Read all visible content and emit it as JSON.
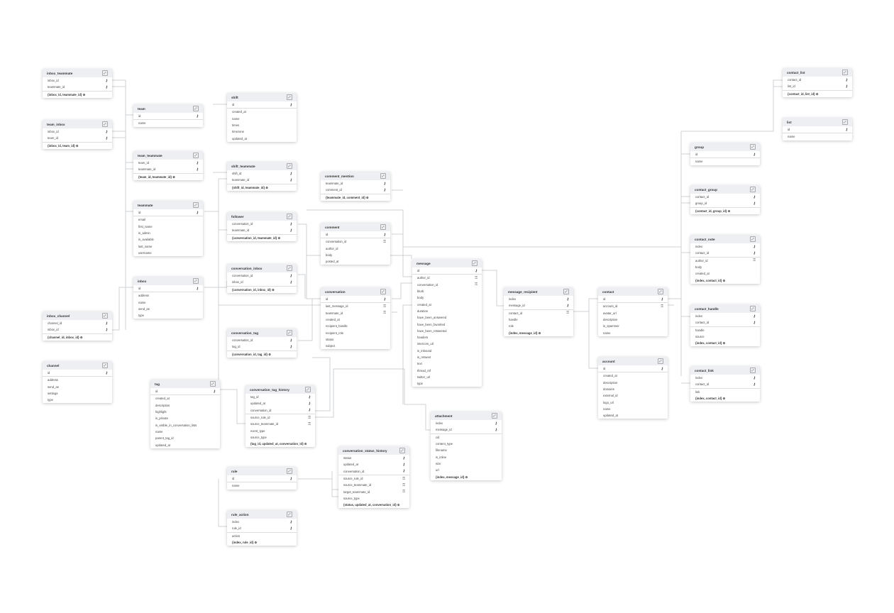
{
  "tables": [
    {
      "name": "inbox_teammate",
      "pk": [
        [
          "inbox_id",
          "key"
        ],
        [
          "teammate_id",
          "key"
        ]
      ],
      "cols": [],
      "index": "{inbox_id, teammate_id}"
    },
    {
      "name": "team_inbox",
      "pk": [
        [
          "inbox_id",
          "key"
        ],
        [
          "team_id",
          "key"
        ]
      ],
      "cols": [],
      "index": "{inbox_id, team_id}"
    },
    {
      "name": "inbox_channel",
      "pk": [
        [
          "channel_id",
          "key"
        ],
        [
          "inbox_id",
          "key"
        ]
      ],
      "cols": [],
      "index": "{channel_id, inbox_id}"
    },
    {
      "name": "channel",
      "pk": [
        [
          "id",
          "key"
        ]
      ],
      "cols": [
        [
          "address"
        ],
        [
          "send_as"
        ],
        [
          "settings"
        ],
        [
          "type"
        ]
      ]
    },
    {
      "name": "team",
      "pk": [
        [
          "id",
          "key"
        ]
      ],
      "cols": [
        [
          "name"
        ]
      ]
    },
    {
      "name": "team_teammate",
      "pk": [
        [
          "team_id",
          "key"
        ],
        [
          "teammate_id",
          "key"
        ]
      ],
      "cols": [],
      "index": "{team_id, teammate_id}"
    },
    {
      "name": "teammate",
      "pk": [
        [
          "id",
          "key"
        ]
      ],
      "cols": [
        [
          "email"
        ],
        [
          "first_name"
        ],
        [
          "is_admin"
        ],
        [
          "is_available"
        ],
        [
          "last_name"
        ],
        [
          "username"
        ]
      ]
    },
    {
      "name": "inbox",
      "pk": [
        [
          "id",
          "key"
        ]
      ],
      "cols": [
        [
          "address"
        ],
        [
          "name"
        ],
        [
          "send_as"
        ],
        [
          "type"
        ]
      ]
    },
    {
      "name": "tag",
      "pk": [
        [
          "id",
          "key"
        ]
      ],
      "cols": [
        [
          "created_at"
        ],
        [
          "description"
        ],
        [
          "highlight"
        ],
        [
          "is_private"
        ],
        [
          "is_visible_in_conversation_lists"
        ],
        [
          "name"
        ],
        [
          "parent_tag_id"
        ],
        [
          "updated_at"
        ]
      ]
    },
    {
      "name": "shift",
      "pk": [
        [
          "id",
          "key"
        ]
      ],
      "cols": [
        [
          "created_at"
        ],
        [
          "name"
        ],
        [
          "times"
        ],
        [
          "timezone"
        ],
        [
          "updated_at"
        ]
      ]
    },
    {
      "name": "shift_teammate",
      "pk": [
        [
          "shift_id",
          "key"
        ],
        [
          "teammate_id",
          "key"
        ]
      ],
      "cols": [],
      "index": "{shift_id, teammate_id}"
    },
    {
      "name": "follower",
      "pk": [
        [
          "conversation_id",
          "key"
        ],
        [
          "teammate_id",
          "key"
        ]
      ],
      "cols": [],
      "index": "{conversation_id, teammate_id}"
    },
    {
      "name": "conversation_inbox",
      "pk": [
        [
          "conversation_id",
          "key"
        ],
        [
          "inbox_id",
          "key"
        ]
      ],
      "cols": [],
      "index": "{conversation_id, inbox_id}"
    },
    {
      "name": "conversation_tag",
      "pk": [
        [
          "conversation_id",
          "key"
        ],
        [
          "tag_id",
          "key"
        ]
      ],
      "cols": [],
      "index": "{conversation_id, tag_id}"
    },
    {
      "name": "conversation_tag_history",
      "pk": [
        [
          "tag_id",
          "key"
        ],
        [
          "updated_at",
          "key"
        ],
        [
          "conversation_id",
          "key"
        ]
      ],
      "cols": [
        [
          "source_rule_id",
          "fk"
        ],
        [
          "source_teammate_id",
          "fk"
        ],
        [
          "event_type"
        ],
        [
          "source_type"
        ]
      ],
      "index": "{tag_id, updated_at, conversation_id}"
    },
    {
      "name": "rule",
      "pk": [
        [
          "id",
          "key"
        ]
      ],
      "cols": [
        [
          "name"
        ]
      ]
    },
    {
      "name": "rule_action",
      "pk": [
        [
          "index",
          "key"
        ],
        [
          "rule_id",
          "key"
        ]
      ],
      "cols": [
        [
          "action"
        ]
      ],
      "index": "{index, rule_id}"
    },
    {
      "name": "comment_mention",
      "pk": [
        [
          "teammate_id",
          "key"
        ],
        [
          "comment_id",
          "key"
        ]
      ],
      "cols": [],
      "index": "{teammate_id, comment_id}"
    },
    {
      "name": "comment",
      "pk": [
        [
          "id",
          "key"
        ]
      ],
      "cols": [
        [
          "conversation_id",
          "fk"
        ],
        [
          "author_id"
        ],
        [
          "body"
        ],
        [
          "posted_at"
        ]
      ]
    },
    {
      "name": "conversation",
      "pk": [
        [
          "id",
          "key"
        ]
      ],
      "cols": [
        [
          "last_message_id",
          "fk"
        ],
        [
          "teammate_id",
          "fk"
        ],
        [
          "created_at"
        ],
        [
          "recipient_handle"
        ],
        [
          "recipient_role"
        ],
        [
          "status"
        ],
        [
          "subject"
        ]
      ]
    },
    {
      "name": "conversation_status_history",
      "pk": [
        [
          "status",
          "key"
        ],
        [
          "updated_at",
          "key"
        ],
        [
          "conversation_id",
          "key"
        ]
      ],
      "cols": [
        [
          "source_rule_id",
          "fk"
        ],
        [
          "source_teammate_id",
          "fk"
        ],
        [
          "target_teammate_id",
          "fk"
        ],
        [
          "source_type"
        ]
      ],
      "index": "{status, updated_at, conversation_id}"
    },
    {
      "name": "message",
      "pk": [
        [
          "id",
          "key"
        ]
      ],
      "cols": [
        [
          "author_id",
          "fk"
        ],
        [
          "conversation_id",
          "fk"
        ],
        [
          "blurb"
        ],
        [
          "body"
        ],
        [
          "created_at"
        ],
        [
          "duration"
        ],
        [
          "have_been_answered"
        ],
        [
          "have_been_favorited"
        ],
        [
          "have_been_retweeted"
        ],
        [
          "headers"
        ],
        [
          "intercom_url"
        ],
        [
          "is_inbound"
        ],
        [
          "is_retweet"
        ],
        [
          "text"
        ],
        [
          "thread_ref"
        ],
        [
          "twitter_url"
        ],
        [
          "type"
        ]
      ]
    },
    {
      "name": "attachment",
      "pk": [
        [
          "index",
          "key"
        ],
        [
          "message_id",
          "key"
        ]
      ],
      "cols": [
        [
          "cid"
        ],
        [
          "content_type"
        ],
        [
          "filename"
        ],
        [
          "is_inline"
        ],
        [
          "size"
        ],
        [
          "url"
        ]
      ],
      "index": "{index, message_id}"
    },
    {
      "name": "message_recipient",
      "pk": [
        [
          "index",
          "key"
        ],
        [
          "message_id",
          "key"
        ]
      ],
      "cols": [
        [
          "contact_id",
          "fk"
        ],
        [
          "handle"
        ],
        [
          "role"
        ]
      ],
      "index": "{index, message_id}"
    },
    {
      "name": "contact",
      "pk": [
        [
          "id",
          "key"
        ]
      ],
      "cols": [
        [
          "account_id",
          "fk"
        ],
        [
          "avatar_url"
        ],
        [
          "description"
        ],
        [
          "is_spammer"
        ],
        [
          "name"
        ]
      ]
    },
    {
      "name": "account",
      "pk": [
        [
          "id",
          "key"
        ]
      ],
      "cols": [
        [
          "created_at"
        ],
        [
          "description"
        ],
        [
          "domains"
        ],
        [
          "external_id"
        ],
        [
          "logo_url"
        ],
        [
          "name"
        ],
        [
          "updated_at"
        ]
      ]
    },
    {
      "name": "group",
      "pk": [
        [
          "id",
          "key"
        ]
      ],
      "cols": [
        [
          "name"
        ]
      ]
    },
    {
      "name": "contact_group",
      "pk": [
        [
          "contact_id",
          "key"
        ],
        [
          "group_id",
          "key"
        ]
      ],
      "cols": [],
      "index": "{contact_id, group_id}"
    },
    {
      "name": "contact_note",
      "pk": [
        [
          "index",
          "key"
        ],
        [
          "contact_id",
          "key"
        ]
      ],
      "cols": [
        [
          "author_id",
          "fk"
        ],
        [
          "body"
        ],
        [
          "created_at"
        ]
      ],
      "index": "{index, contact_id}"
    },
    {
      "name": "contact_handle",
      "pk": [
        [
          "index",
          "key"
        ],
        [
          "contact_id",
          "key"
        ]
      ],
      "cols": [
        [
          "handle"
        ],
        [
          "source"
        ]
      ],
      "index": "{index, contact_id}"
    },
    {
      "name": "contact_link",
      "pk": [
        [
          "index",
          "key"
        ],
        [
          "contact_id",
          "key"
        ]
      ],
      "cols": [
        [
          "link"
        ]
      ],
      "index": "{index, contact_id}"
    },
    {
      "name": "contact_list",
      "pk": [
        [
          "contact_id",
          "key"
        ],
        [
          "list_id",
          "key"
        ]
      ],
      "cols": [],
      "index": "{contact_id, list_id}"
    },
    {
      "name": "list",
      "pk": [
        [
          "id",
          "key"
        ]
      ],
      "cols": [
        [
          "name"
        ]
      ]
    }
  ]
}
